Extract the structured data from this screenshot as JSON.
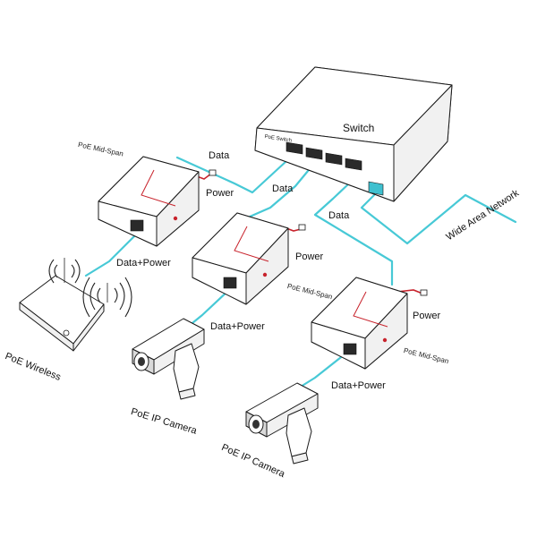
{
  "labels": {
    "switch": "Switch",
    "switch_badge": "PoE Switch",
    "wan": "Wide Area Network",
    "data_1": "Data",
    "data_2": "Data",
    "data_3": "Data",
    "power_1": "Power",
    "power_2": "Power",
    "power_3": "Power",
    "midspan_1": "PoE Mid-Span",
    "midspan_2": "PoE Mid-Span",
    "midspan_3": "PoE Mid-Span",
    "data_power_1": "Data+Power",
    "data_power_2": "Data+Power",
    "data_power_3": "Data+Power",
    "wireless": "PoE Wireless",
    "camera_1": "PoE IP Camera",
    "camera_2": "PoE IP Camera"
  },
  "colors": {
    "cable": "#47c9d6",
    "power_cord": "#c8232c",
    "outline": "#1a1a1a"
  }
}
